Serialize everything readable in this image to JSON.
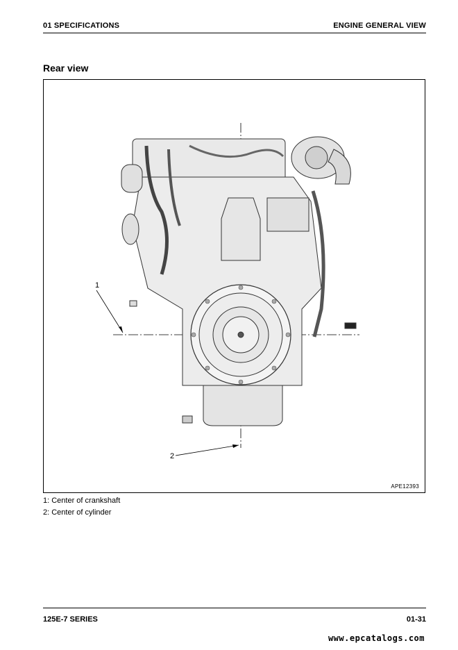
{
  "header": {
    "section": "01 SPECIFICATIONS",
    "page_title": "ENGINE GENERAL VIEW"
  },
  "section_title": "Rear view",
  "figure": {
    "code": "APE12393",
    "callouts": [
      "1",
      "2"
    ]
  },
  "legend": [
    "1: Center of crankshaft",
    "2: Center of cylinder"
  ],
  "footer": {
    "series": "125E-7 SERIES",
    "page_number": "01-31"
  },
  "watermark": "www.epcatalogs.com"
}
